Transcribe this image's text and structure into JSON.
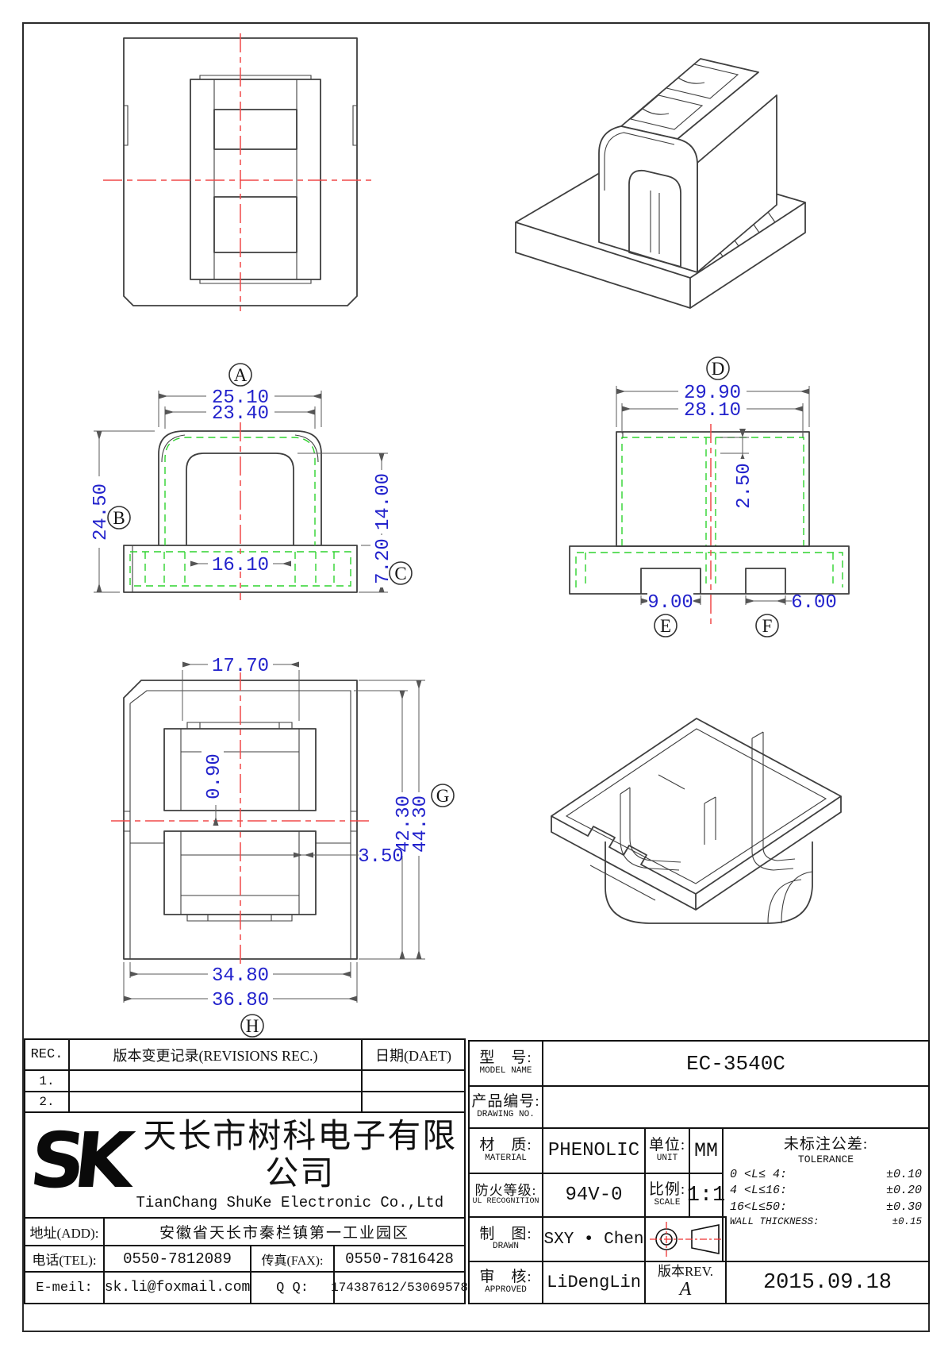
{
  "views": {
    "labels": {
      "a": "A",
      "b": "B",
      "c": "C",
      "d": "D",
      "e": "E",
      "f": "F",
      "g": "G",
      "h": "H"
    },
    "front": {
      "w_outer": "25.10",
      "w_top": "23.40",
      "h_total": "24.50",
      "h_window": "14.00",
      "w_window": "16.10",
      "h_flange": "7.20"
    },
    "side": {
      "w_outer": "29.90",
      "w_inner": "28.10",
      "rib_depth": "2.50",
      "slot_a": "9.00",
      "slot_b": "6.00"
    },
    "bottom": {
      "w_top": "17.70",
      "web": "0.90",
      "h_inner": "42.30",
      "h_outer": "44.30",
      "step": "3.50",
      "w_inner": "34.80",
      "w_outer": "36.80"
    }
  },
  "revisions": {
    "col_rec": "REC.",
    "col_desc": "版本变更记录(REVISIONS REC.)",
    "col_date": "日期(DAET)",
    "rows": [
      {
        "no": "1."
      },
      {
        "no": "2."
      }
    ]
  },
  "company": {
    "logo": "SK",
    "name_cn": "天长市树科电子有限公司",
    "name_en": "TianChang ShuKe Electronic Co.,Ltd",
    "addr_label": "地址(ADD):",
    "addr": "安徽省天长市秦栏镇第一工业园区",
    "tel_label": "电话(TEL):",
    "tel": "0550-7812089",
    "fax_label": "传真(FAX):",
    "fax": "0550-7816428",
    "email_label": "E-meil:",
    "email": "sk.li@foxmail.com",
    "qq_label": "Q Q:",
    "qq": "174387612/53069578"
  },
  "spec": {
    "model_label_cn": "型　号:",
    "model_label_en": "MODEL NAME",
    "model": "EC-3540C",
    "drawing_label_cn": "产品编号:",
    "drawing_label_en": "DRAWING NO.",
    "drawing_no": "",
    "material_label_cn": "材　质:",
    "material_label_en": "MATERIAL",
    "material": "PHENOLIC",
    "unit_label_cn": "单位:",
    "unit_label_en": "UNIT",
    "unit": "MM",
    "fire_label_cn": "防火等级:",
    "fire_label_en": "UL RECOGNITION",
    "fire": "94V-0",
    "scale_label_cn": "比例:",
    "scale_label_en": "SCALE",
    "scale": "1:1",
    "drawn_label_cn": "制　图:",
    "drawn_label_en": "DRAWN",
    "drawn": "SXY • Chen",
    "approved_label_cn": "审　核:",
    "approved_label_en": "APPROVED",
    "approved": "LiDengLin",
    "rev_label": "版本REV.",
    "rev": "A",
    "date": "2015.09.18"
  },
  "tolerance": {
    "title_cn": "未标注公差:",
    "title_en": "TOLERANCE",
    "rows": [
      {
        "range": "0 <L≤ 4:",
        "val": "±0.10"
      },
      {
        "range": "4 <L≤16:",
        "val": "±0.20"
      },
      {
        "range": "16<L≤50:",
        "val": "±0.30"
      }
    ],
    "wall_label": "WALL THICKNESS:",
    "wall": "±0.15"
  }
}
